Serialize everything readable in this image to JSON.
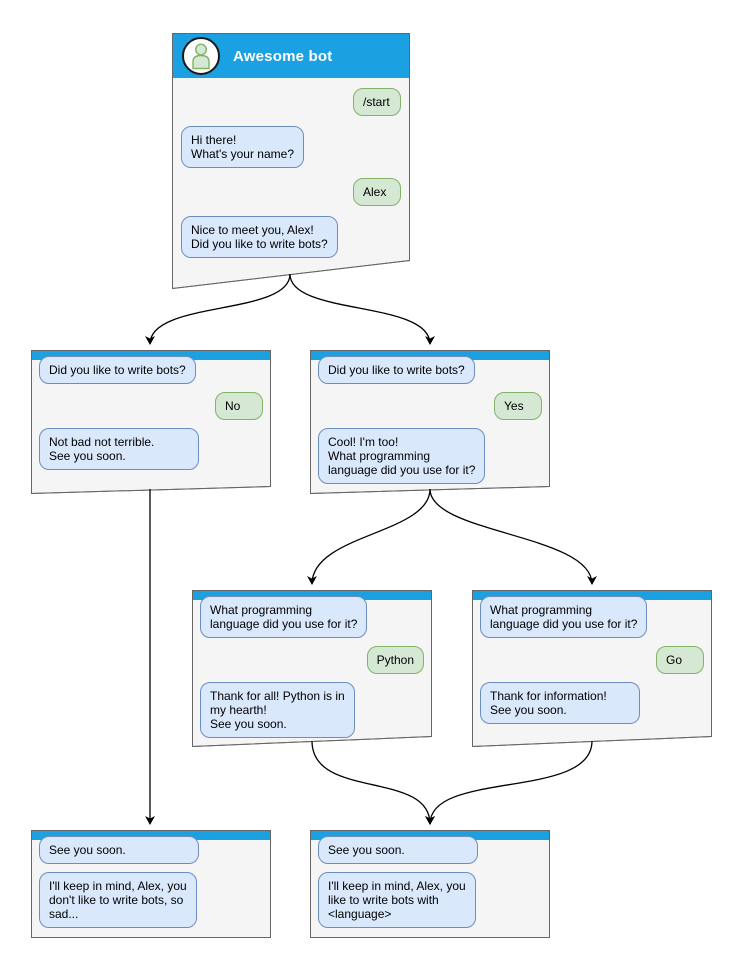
{
  "colors": {
    "header_blue": "#1ba1e2",
    "window_fill": "#f5f5f5",
    "window_border": "#666666",
    "bot_bubble_fill": "#dae8fc",
    "bot_bubble_border": "#6c8ebf",
    "user_bubble_fill": "#d5e8d4",
    "user_bubble_border": "#82b366",
    "connector_color": "#000000"
  },
  "windows": [
    {
      "name": "main",
      "title": "Awesome bot",
      "avatar_icon": "person-icon",
      "messages": [
        {
          "author": "user",
          "text": "/start"
        },
        {
          "author": "bot",
          "text": "Hi there!\nWhat's your name?"
        },
        {
          "author": "user",
          "text": "Alex"
        },
        {
          "author": "bot",
          "text": "Nice to meet you, Alex!\nDid you like to write bots?"
        }
      ]
    },
    {
      "name": "branch-no",
      "messages": [
        {
          "author": "bot",
          "text": "Did you like to write bots?"
        },
        {
          "author": "user",
          "text": "No"
        },
        {
          "author": "bot",
          "text": "Not bad not terrible.\nSee you soon."
        }
      ]
    },
    {
      "name": "branch-yes",
      "messages": [
        {
          "author": "bot",
          "text": "Did you like to write bots?"
        },
        {
          "author": "user",
          "text": "Yes"
        },
        {
          "author": "bot",
          "text": "Cool! I'm too!\nWhat programming\nlanguage did you use for it?"
        }
      ]
    },
    {
      "name": "lang-python",
      "messages": [
        {
          "author": "bot",
          "text": "What programming\nlanguage did you use for it?"
        },
        {
          "author": "user",
          "text": "Python"
        },
        {
          "author": "bot",
          "text": "Thank for all! Python is in\nmy hearth!\nSee you soon."
        }
      ]
    },
    {
      "name": "lang-go",
      "messages": [
        {
          "author": "bot",
          "text": "What programming\nlanguage did you use for it?"
        },
        {
          "author": "user",
          "text": "Go"
        },
        {
          "author": "bot",
          "text": "Thank for information!\nSee you soon."
        }
      ]
    },
    {
      "name": "end-no",
      "messages": [
        {
          "author": "bot",
          "text": "See you soon."
        },
        {
          "author": "bot",
          "text": "I'll keep in mind, Alex, you\ndon't like to write bots, so\nsad..."
        }
      ]
    },
    {
      "name": "end-yes",
      "messages": [
        {
          "author": "bot",
          "text": "See you soon."
        },
        {
          "author": "bot",
          "text": "I'll keep in mind, Alex, you\nlike to write bots with\n<language>"
        }
      ]
    }
  ],
  "edges": [
    {
      "from": "main",
      "to": "branch-no"
    },
    {
      "from": "main",
      "to": "branch-yes"
    },
    {
      "from": "branch-yes",
      "to": "lang-python"
    },
    {
      "from": "branch-yes",
      "to": "lang-go"
    },
    {
      "from": "branch-no",
      "to": "end-no"
    },
    {
      "from": "lang-python",
      "to": "end-yes"
    },
    {
      "from": "lang-go",
      "to": "end-yes"
    }
  ]
}
